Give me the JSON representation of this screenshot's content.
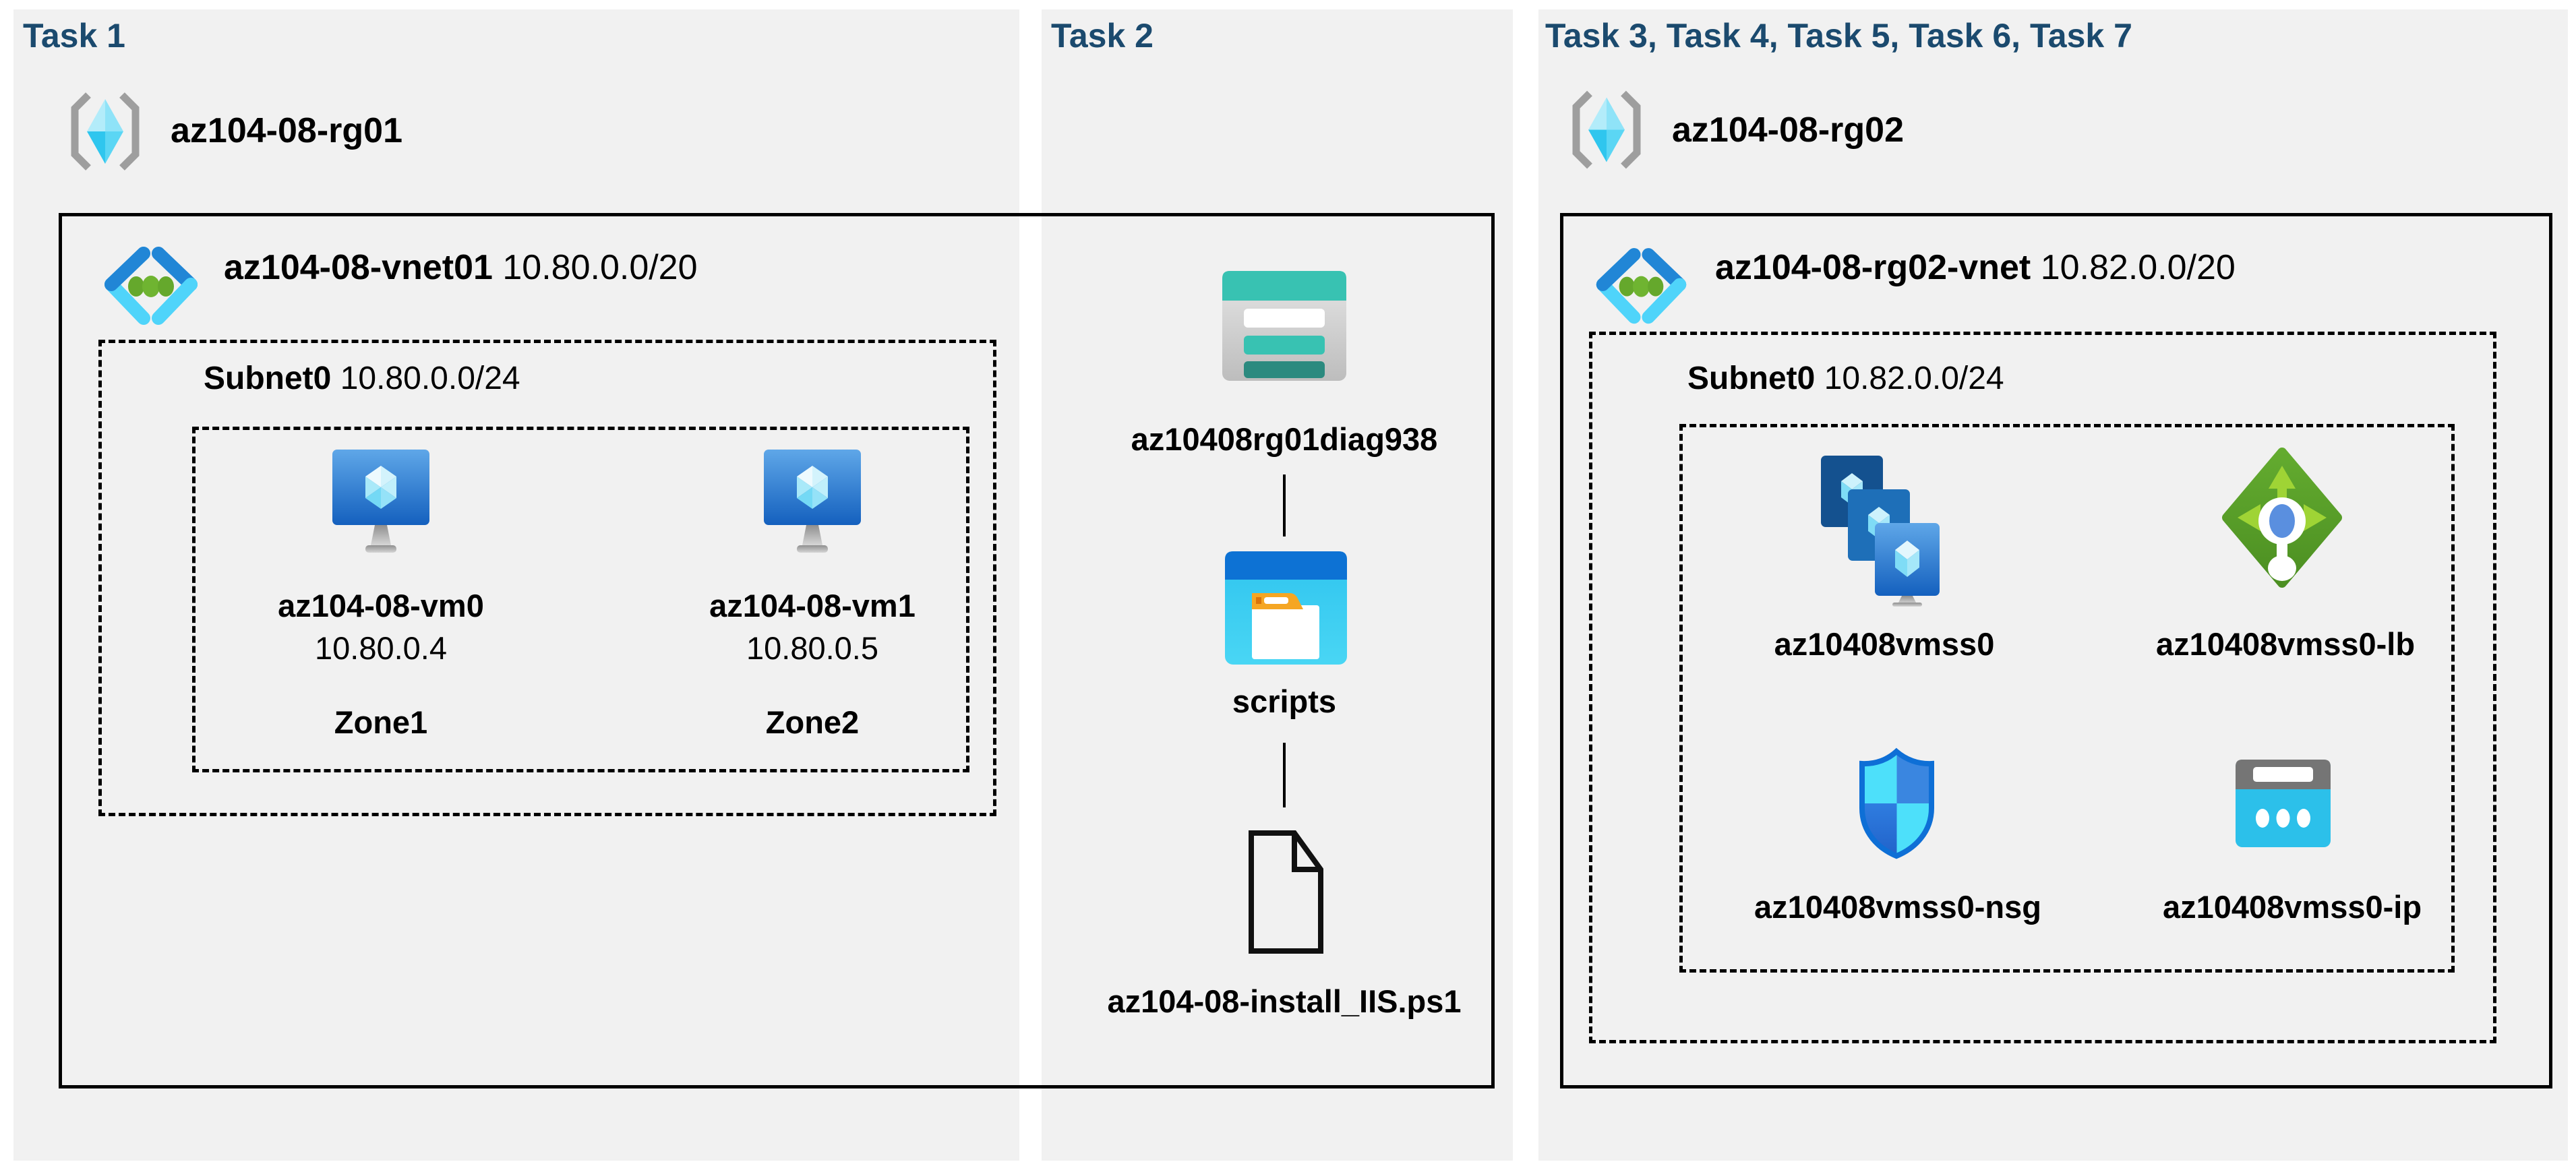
{
  "colors": {
    "page_bg": "#ffffff",
    "panel_bg": "#f1f1f1",
    "task_header": "#1b4a6e",
    "outline": "#000000",
    "vnet_blue": "#2186d6",
    "vnet_cyan": "#4fd4fa",
    "dot_green": "#65a82c",
    "vm_blue": "#1565c0",
    "storage_teal": "#38c2b2",
    "container_blue": "#0d72d4",
    "container_cyan": "#35c6ef",
    "folder_orange": "#f5a623",
    "lb_green": "#5ea62c",
    "nsg_blue": "#0e6fd6",
    "ip_cyan": "#2cc0ea"
  },
  "panels": [
    {
      "header": "Task 1",
      "resource_group": "az104-08-rg01",
      "vnet_name": "az104-08-vnet01",
      "vnet_cidr": "10.80.0.0/20",
      "subnet_name": "Subnet0",
      "subnet_cidr": "10.80.0.0/24",
      "vms": [
        {
          "name": "az104-08-vm0",
          "ip": "10.80.0.4",
          "zone": "Zone1"
        },
        {
          "name": "az104-08-vm1",
          "ip": "10.80.0.5",
          "zone": "Zone2"
        }
      ]
    },
    {
      "header": "Task 2",
      "storage_account": "az10408rg01diag938",
      "container": "scripts",
      "script_file": "az104-08-install_IIS.ps1"
    },
    {
      "header": "Task 3, Task 4, Task 5, Task 6, Task 7",
      "resource_group": "az104-08-rg02",
      "vnet_name": "az104-08-rg02-vnet",
      "vnet_cidr": "10.82.0.0/20",
      "subnet_name": "Subnet0",
      "subnet_cidr": "10.82.0.0/24",
      "resources": [
        {
          "name": "az10408vmss0"
        },
        {
          "name": "az10408vmss0-lb"
        },
        {
          "name": "az10408vmss0-nsg"
        },
        {
          "name": "az10408vmss0-ip"
        }
      ]
    }
  ]
}
